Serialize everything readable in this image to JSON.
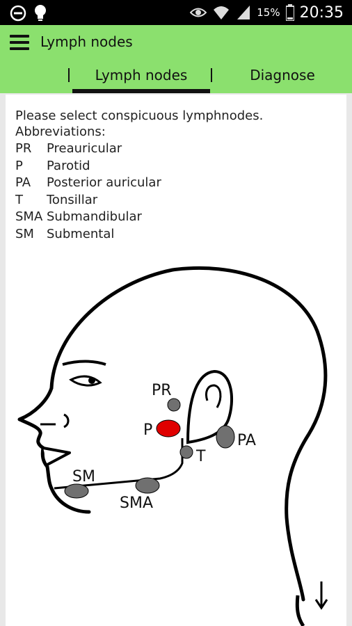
{
  "status_bar": {
    "time": "20:35",
    "battery": "15%",
    "icons": [
      "minus-circle-icon",
      "lightbulb-icon",
      "eye-icon",
      "wifi-icon",
      "signal-icon",
      "battery-icon"
    ]
  },
  "app": {
    "title": "Lymph nodes",
    "accent": "#8be06e"
  },
  "tabs": [
    {
      "label": "Lymph nodes",
      "selected": true
    },
    {
      "label": "Diagnose",
      "selected": false
    }
  ],
  "content": {
    "intro": "Please select conspicuous lymphnodes.",
    "abbr_title": "Abbreviations:",
    "abbreviations": [
      {
        "code": "PR",
        "name": "Preauricular"
      },
      {
        "code": "P",
        "name": "Parotid"
      },
      {
        "code": "PA",
        "name": "Posterior auricular"
      },
      {
        "code": "T",
        "name": "Tonsillar"
      },
      {
        "code": "SMA",
        "name": "Submandibular"
      },
      {
        "code": "SM",
        "name": "Submental"
      }
    ]
  },
  "diagram": {
    "nodes": [
      {
        "code": "PR",
        "label": "PR",
        "selected": false
      },
      {
        "code": "P",
        "label": "P",
        "selected": true
      },
      {
        "code": "PA",
        "label": "PA",
        "selected": false
      },
      {
        "code": "T",
        "label": "T",
        "selected": false
      },
      {
        "code": "SMA",
        "label": "SMA",
        "selected": false
      },
      {
        "code": "SM",
        "label": "SM",
        "selected": false
      }
    ],
    "colors": {
      "selected": "#e00000",
      "unselected": "#707070",
      "outline": "#000000"
    }
  }
}
